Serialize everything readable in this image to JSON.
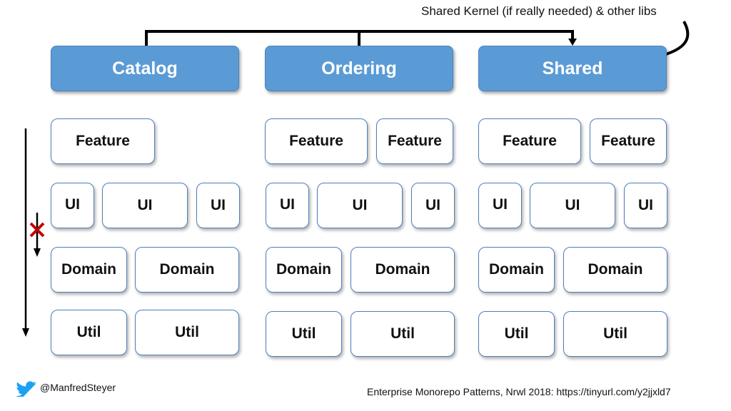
{
  "annotation": "Shared Kernel (if really needed) & other libs",
  "footer": {
    "handle": "@ManfredSteyer",
    "reference": "Enterprise Monorepo Patterns, Nrwl 2018: https://tinyurl.com/y2jjxld7"
  },
  "icons": {
    "twitter": "twitter-bird-icon",
    "blocked": "red-x-icon"
  },
  "colors": {
    "header_fill": "#5b9bd5",
    "box_border": "#4f7fb8",
    "cross": "#c00000"
  },
  "columns": [
    {
      "title": "Catalog",
      "feature": [
        "Feature"
      ],
      "ui": [
        "UI",
        "UI",
        "UI"
      ],
      "domain": [
        "Domain",
        "Domain"
      ],
      "util": [
        "Util",
        "Util"
      ]
    },
    {
      "title": "Ordering",
      "feature": [
        "Feature",
        "Feature"
      ],
      "ui": [
        "UI",
        "UI",
        "UI"
      ],
      "domain": [
        "Domain",
        "Domain"
      ],
      "util": [
        "Util",
        "Util"
      ]
    },
    {
      "title": "Shared",
      "feature": [
        "Feature",
        "Feature"
      ],
      "ui": [
        "UI",
        "UI",
        "UI"
      ],
      "domain": [
        "Domain",
        "Domain"
      ],
      "util": [
        "Util",
        "Util"
      ]
    }
  ]
}
